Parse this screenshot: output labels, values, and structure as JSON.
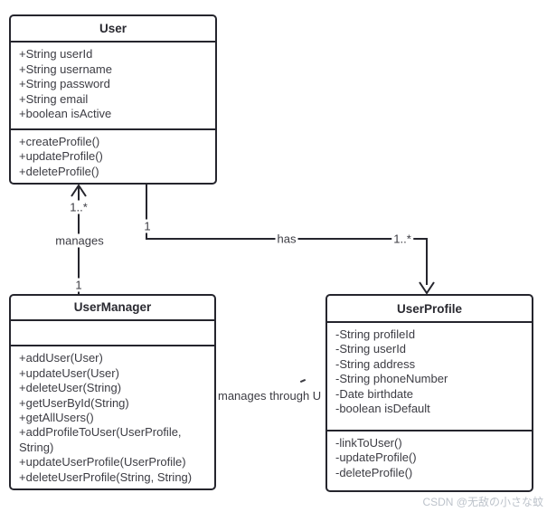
{
  "classes": {
    "user": {
      "name": "User",
      "attributes": [
        "+String userId",
        "+String username",
        "+String password",
        "+String email",
        "+boolean isActive"
      ],
      "methods": [
        "+createProfile()",
        "+updateProfile()",
        "+deleteProfile()"
      ]
    },
    "user_manager": {
      "name": "UserManager",
      "attributes": [],
      "methods": [
        "+addUser(User)",
        "+updateUser(User)",
        "+deleteUser(String)",
        "+getUserById(String)",
        "+getAllUsers()",
        "+addProfileToUser(UserProfile, String)",
        "+updateUserProfile(UserProfile)",
        "+deleteUserProfile(String, String)"
      ]
    },
    "user_profile": {
      "name": "UserProfile",
      "attributes": [
        "-String profileId",
        "-String userId",
        "-String address",
        "-String phoneNumber",
        "-Date birthdate",
        "-boolean isDefault"
      ],
      "methods": [
        "-linkToUser()",
        "-updateProfile()",
        "-deleteProfile()"
      ]
    }
  },
  "relations": {
    "manages": {
      "label": "manages",
      "multiplicity_user_end": "1..*",
      "multiplicity_manager_end": "1"
    },
    "has": {
      "label": "has",
      "multiplicity_user_end": "1",
      "multiplicity_profile_end": "1..*"
    },
    "partial": {
      "label": "manages through U"
    }
  },
  "watermark": "CSDN @无敌の小さな蚊",
  "colors": {
    "line": "#25252d",
    "text": "#3c3c43",
    "title_text": "#2a2a31",
    "watermark": "#bdc3cb",
    "background": "#ffffff"
  }
}
